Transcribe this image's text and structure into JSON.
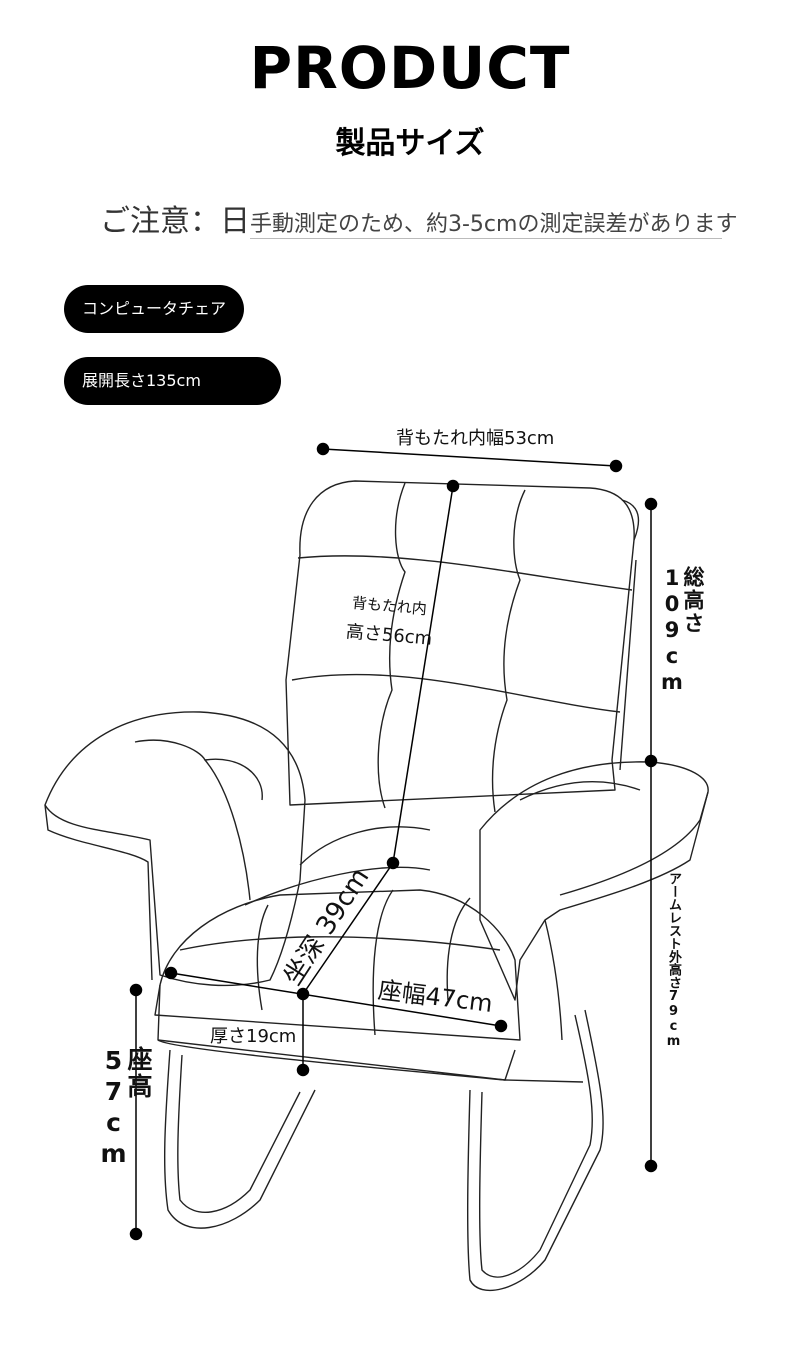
{
  "header": {
    "title": "PRODUCT",
    "subtitle": "製品サイズ"
  },
  "notice": {
    "prefix": "ご注意：日",
    "text": "手動測定のため、約3-5cmの測定誤差があります"
  },
  "tags": {
    "product_name": "コンピュータチェア",
    "unfolded_length": "展開長さ135cm"
  },
  "dimensions": {
    "back_inner_width": "背もたれ内幅53cm",
    "back_inner_height_line1": "背もたれ内",
    "back_inner_height_line2": "高さ56cm",
    "total_height": "総高さ109cm",
    "seat_depth": "坐深 39cm",
    "seat_width": "座幅47cm",
    "thickness": "厚さ19cm",
    "armrest_height": "アームレスト外高さ79cm",
    "seat_height": "座高57cm"
  }
}
